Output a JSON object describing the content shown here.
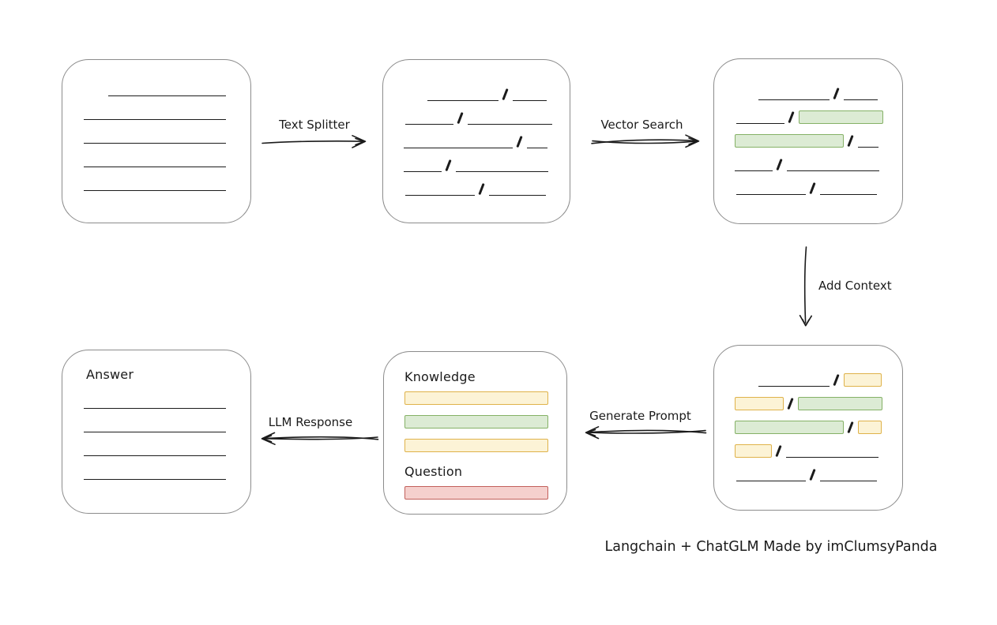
{
  "colors": {
    "text": "#1b1b1b",
    "line": "#1b1b1b",
    "box_border": "#8c8c8c",
    "green_fill": "#dcebd4",
    "green_stroke": "#85b166",
    "yellow_fill": "#fcf3d6",
    "yellow_stroke": "#dfb24a",
    "red_fill": "#f5d0cd",
    "red_stroke": "#c2605b"
  },
  "arrows": {
    "text_splitter": {
      "label": "Text Splitter"
    },
    "vector_search": {
      "label": "Vector Search"
    },
    "add_context": {
      "label": "Add Context"
    },
    "generate_prompt": {
      "label": "Generate Prompt"
    },
    "llm_response": {
      "label": "LLM Response"
    }
  },
  "boxes": {
    "source_document": {
      "rows": [
        [
          "gap:58",
          "line:149"
        ],
        [
          "gap:27",
          "line:180"
        ],
        [
          "gap:27",
          "line:180"
        ],
        [
          "gap:27",
          "line:180"
        ],
        [
          "gap:27",
          "line:180"
        ]
      ]
    },
    "text_chunks": {
      "rows": [
        [
          "gap:56",
          "line:90",
          "slash",
          "line:43"
        ],
        [
          "gap:28",
          "line:61",
          "slash",
          "line:107"
        ],
        [
          "gap:26",
          "line:138",
          "slash",
          "line:26"
        ],
        [
          "gap:26",
          "line:48",
          "slash",
          "line:117"
        ],
        [
          "gap:28",
          "line:88",
          "slash",
          "line:72"
        ]
      ]
    },
    "vector_matches": {
      "rows": [
        [
          "gap:56",
          "line:90",
          "slash",
          "line:43"
        ],
        [
          "gap:28",
          "line:61",
          "slash",
          "green:107"
        ],
        [
          "gap:26",
          "green:138",
          "slash",
          "line:26"
        ],
        [
          "gap:26",
          "line:48",
          "slash",
          "line:117"
        ],
        [
          "gap:28",
          "line:88",
          "slash",
          "line:72"
        ]
      ]
    },
    "context_chunks": {
      "rows": [
        [
          "gap:56",
          "line:90",
          "slash",
          "yellow:48"
        ],
        [
          "gap:26",
          "yellow:62",
          "slash",
          "green:107"
        ],
        [
          "gap:26",
          "green:138",
          "slash",
          "yellow:30"
        ],
        [
          "gap:26",
          "yellow:47",
          "slash",
          "line:117"
        ],
        [
          "gap:28",
          "line:88",
          "slash",
          "line:72"
        ]
      ]
    },
    "prompt": {
      "knowledge_label": "Knowledge",
      "knowledge_bars": [
        "yellow",
        "green",
        "yellow"
      ],
      "question_label": "Question",
      "question_bars": [
        "red"
      ]
    },
    "answer": {
      "label": "Answer",
      "rows": [
        [
          "line:180"
        ],
        [
          "line:180"
        ],
        [
          "line:180"
        ],
        [
          "line:180"
        ]
      ]
    }
  },
  "footer": {
    "credit": "Langchain + ChatGLM Made by imClumsyPanda"
  }
}
